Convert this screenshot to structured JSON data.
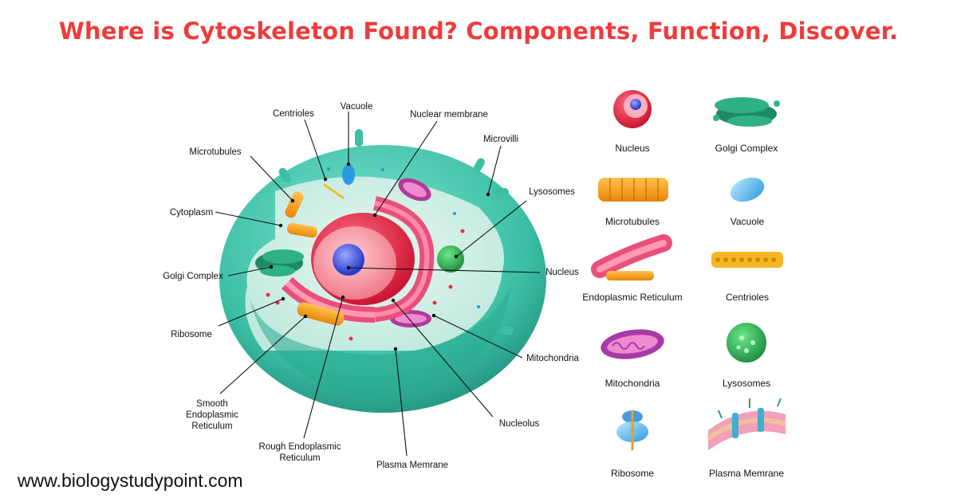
{
  "title": "Where is Cytoskeleton Found? Components, Function, Discover.",
  "website": "www.biologystudypoint.com",
  "diagram_labels": {
    "centrioles": "Centrioles",
    "vacuole": "Vacuole",
    "nuclear_membrane": "Nuclear membrane",
    "microvilli": "Microvilli",
    "microtubules": "Microtubules",
    "lysosomes": "Lysosomes",
    "cytoplasm": "Cytoplasm",
    "golgi_complex": "Golgi Complex",
    "nucleus": "Nucleus",
    "ribosome": "Ribosome",
    "mitochondria": "Mitochondria",
    "smooth_er_1": "Smooth",
    "smooth_er_2": "Endoplasmic",
    "smooth_er_3": "Reticulum",
    "nucleolus": "Nucleolus",
    "rough_er_1": "Rough Endoplasmic",
    "rough_er_2": "Reticulum",
    "plasma_membrane": "Plasma Memrane"
  },
  "legend": [
    {
      "label": "Nucleus",
      "icon": "nucleus-icon"
    },
    {
      "label": "Golgi Complex",
      "icon": "golgi-icon"
    },
    {
      "label": "Microtubules",
      "icon": "microtubules-icon"
    },
    {
      "label": "Vacuole",
      "icon": "vacuole-icon"
    },
    {
      "label": "Endoplasmic Reticulum",
      "icon": "er-icon"
    },
    {
      "label": "Centrioles",
      "icon": "centrioles-icon"
    },
    {
      "label": "Mitochondria",
      "icon": "mitochondria-icon"
    },
    {
      "label": "Lysosomes",
      "icon": "lysosomes-icon"
    },
    {
      "label": "Ribosome",
      "icon": "ribosome-icon"
    },
    {
      "label": "Plasma Memrane",
      "icon": "plasma-membrane-icon"
    }
  ],
  "colors": {
    "title": "#ef3b3b",
    "membrane": "#3cbfa6",
    "nucleus": "#e8304a",
    "nucleolus": "#3a4fd8",
    "golgi": "#25a07a",
    "microtubules": "#f4a21a",
    "er": "#e8507a",
    "mitochondria": "#a83aa8",
    "lysosome": "#2eb05a"
  }
}
